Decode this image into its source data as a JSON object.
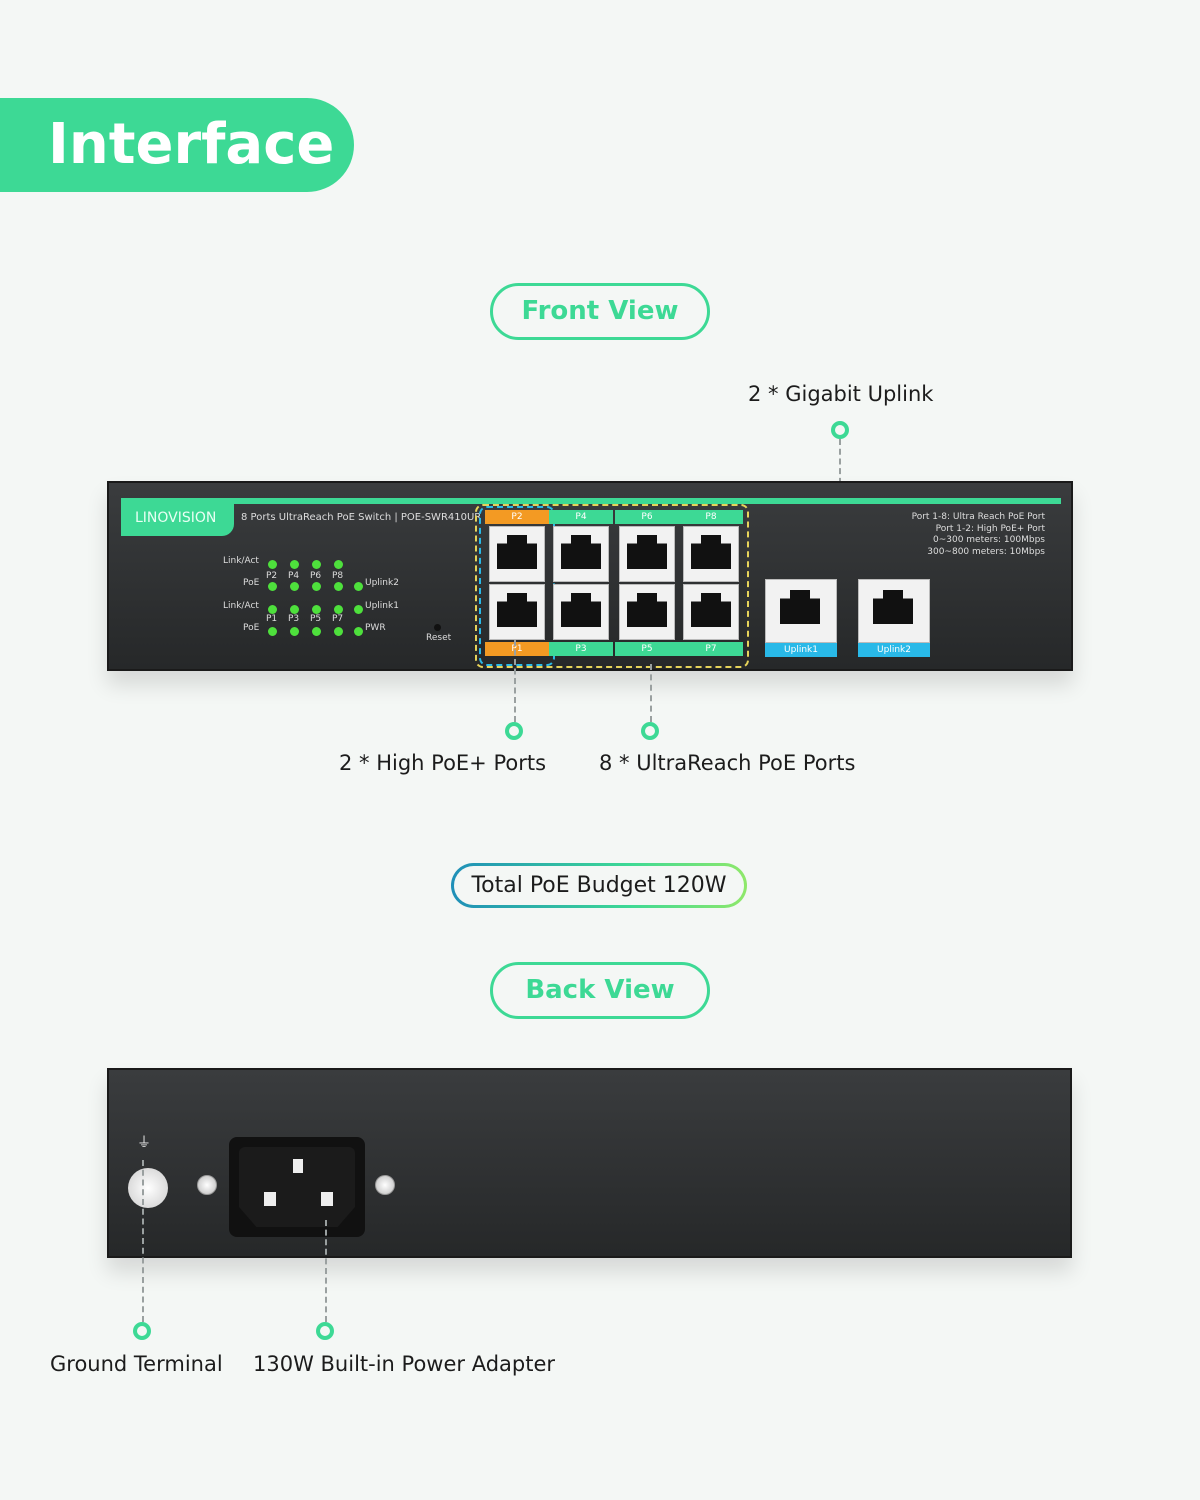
{
  "heading": "Interface",
  "front_view": {
    "title": "Front View",
    "brand": "LINOVISION",
    "model": "8 Ports UltraReach PoE Switch | POE-SWR410UR",
    "info": [
      "Port 1-8: Ultra Reach PoE Port",
      "Port 1-2: High PoE+ Port",
      "0~300 meters: 100Mbps",
      "300~800 meters: 10Mbps"
    ],
    "led_labels": {
      "link_act": "Link/Act",
      "poe": "PoE",
      "top_ports": [
        "P2",
        "P4",
        "P6",
        "P8"
      ],
      "bottom_ports": [
        "P1",
        "P3",
        "P5",
        "P7"
      ],
      "uplink2": "Uplink2",
      "uplink1": "Uplink1",
      "pwr": "PWR"
    },
    "reset": "Reset",
    "port_labels_top": [
      "P2",
      "P4",
      "P6",
      "P8"
    ],
    "port_labels_bottom": [
      "P1",
      "P3",
      "P5",
      "P7"
    ],
    "uplinks": [
      "Uplink1",
      "Uplink2"
    ],
    "callouts": {
      "uplink": "2 * Gigabit Uplink",
      "high_poe": "2 * High PoE+ Ports",
      "ultrareach": "8 * UltraReach PoE Ports"
    }
  },
  "budget": "Total PoE Budget 120W",
  "back_view": {
    "title": "Back View",
    "callouts": {
      "ground": "Ground Terminal",
      "power": "130W Built-in Power Adapter"
    }
  },
  "colors": {
    "accent": "#3dd995",
    "orange": "#f39a23",
    "uplink_blue": "#29b9e8",
    "led": "#4ee03c"
  }
}
